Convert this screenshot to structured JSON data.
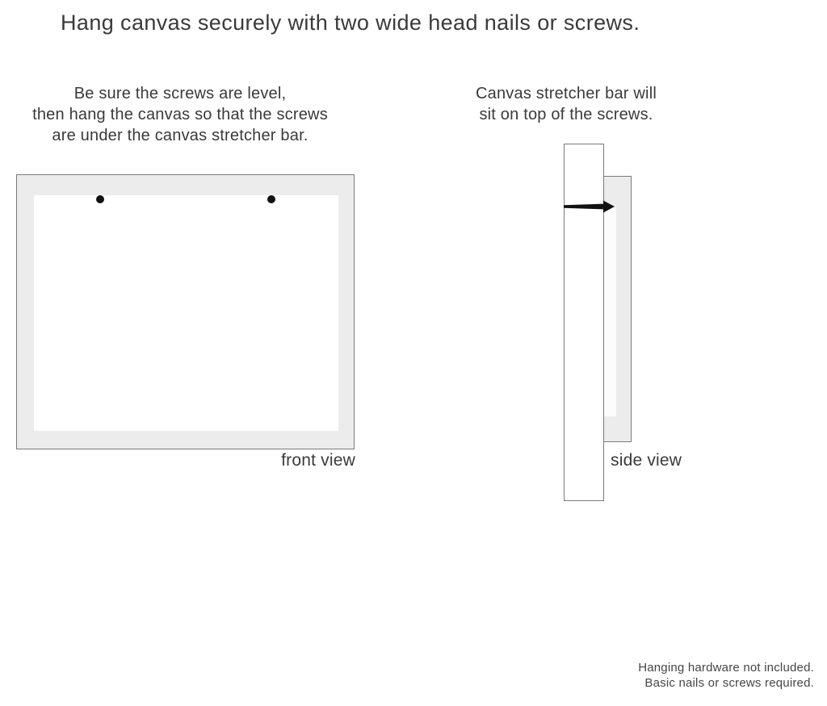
{
  "title": "Hang canvas securely with two wide head nails or screws.",
  "instructions": {
    "left": {
      "lines": [
        "Be sure the screws are level,",
        "then hang the canvas so that the screws",
        "are under the canvas stretcher bar."
      ]
    },
    "right": {
      "lines": [
        "Canvas stretcher bar will",
        "sit on top of the screws."
      ]
    }
  },
  "front_view": {
    "label": "front view",
    "nail_count": 2
  },
  "side_view": {
    "label": "side view"
  },
  "footer": {
    "lines": [
      "Hanging hardware not included.",
      "Basic nails or screws required."
    ]
  },
  "colors": {
    "background": "#ffffff",
    "canvas_fill": "#ececec",
    "outline": "#7a7a7a",
    "text": "#3a3a3a",
    "nail": "#111111",
    "footer_text": "#454545"
  }
}
